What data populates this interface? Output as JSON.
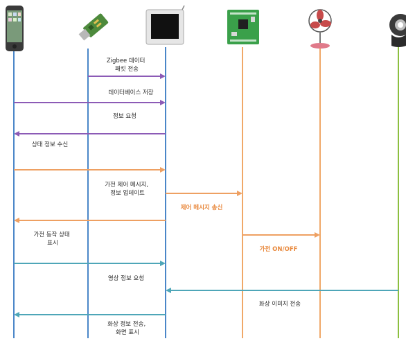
{
  "colors": {
    "lifeline_blue": "#4a86c8",
    "lifeline_orange": "#f0a868",
    "lifeline_green": "#8cbf3f",
    "arrow_purple": "#8c5bb6",
    "arrow_orange": "#eea062",
    "arrow_teal": "#4ea6b8",
    "label_orange": "#e8873a"
  },
  "devices": [
    {
      "name": "smartphone",
      "icon": "smartphone-icon"
    },
    {
      "name": "zigbee-module",
      "icon": "zigbee-dongle-icon"
    },
    {
      "name": "tablet",
      "icon": "tablet-icon"
    },
    {
      "name": "control-board",
      "icon": "circuit-board-icon"
    },
    {
      "name": "electric-fan",
      "icon": "fan-icon"
    },
    {
      "name": "webcam",
      "icon": "webcam-icon"
    }
  ],
  "messages": {
    "m1": [
      "Zigbee 데이터",
      "패킷 전송"
    ],
    "m2": [
      "데이터베이스 저장"
    ],
    "m3": [
      "정보 요청"
    ],
    "m4": [
      "상태 정보 수신"
    ],
    "m5": [
      "가전 제어 메시지,",
      "정보 업데이트"
    ],
    "m6": [
      "제어 메시지 송신"
    ],
    "m7": [
      "가전 동작 상태",
      "표시"
    ],
    "m8": [
      "가전 ON/OFF"
    ],
    "m9": [
      "영상 정보 요청"
    ],
    "m10": [
      "화상 이미지 전송"
    ],
    "m11": [
      "화상 정보 전송,",
      "화면 표시"
    ]
  }
}
